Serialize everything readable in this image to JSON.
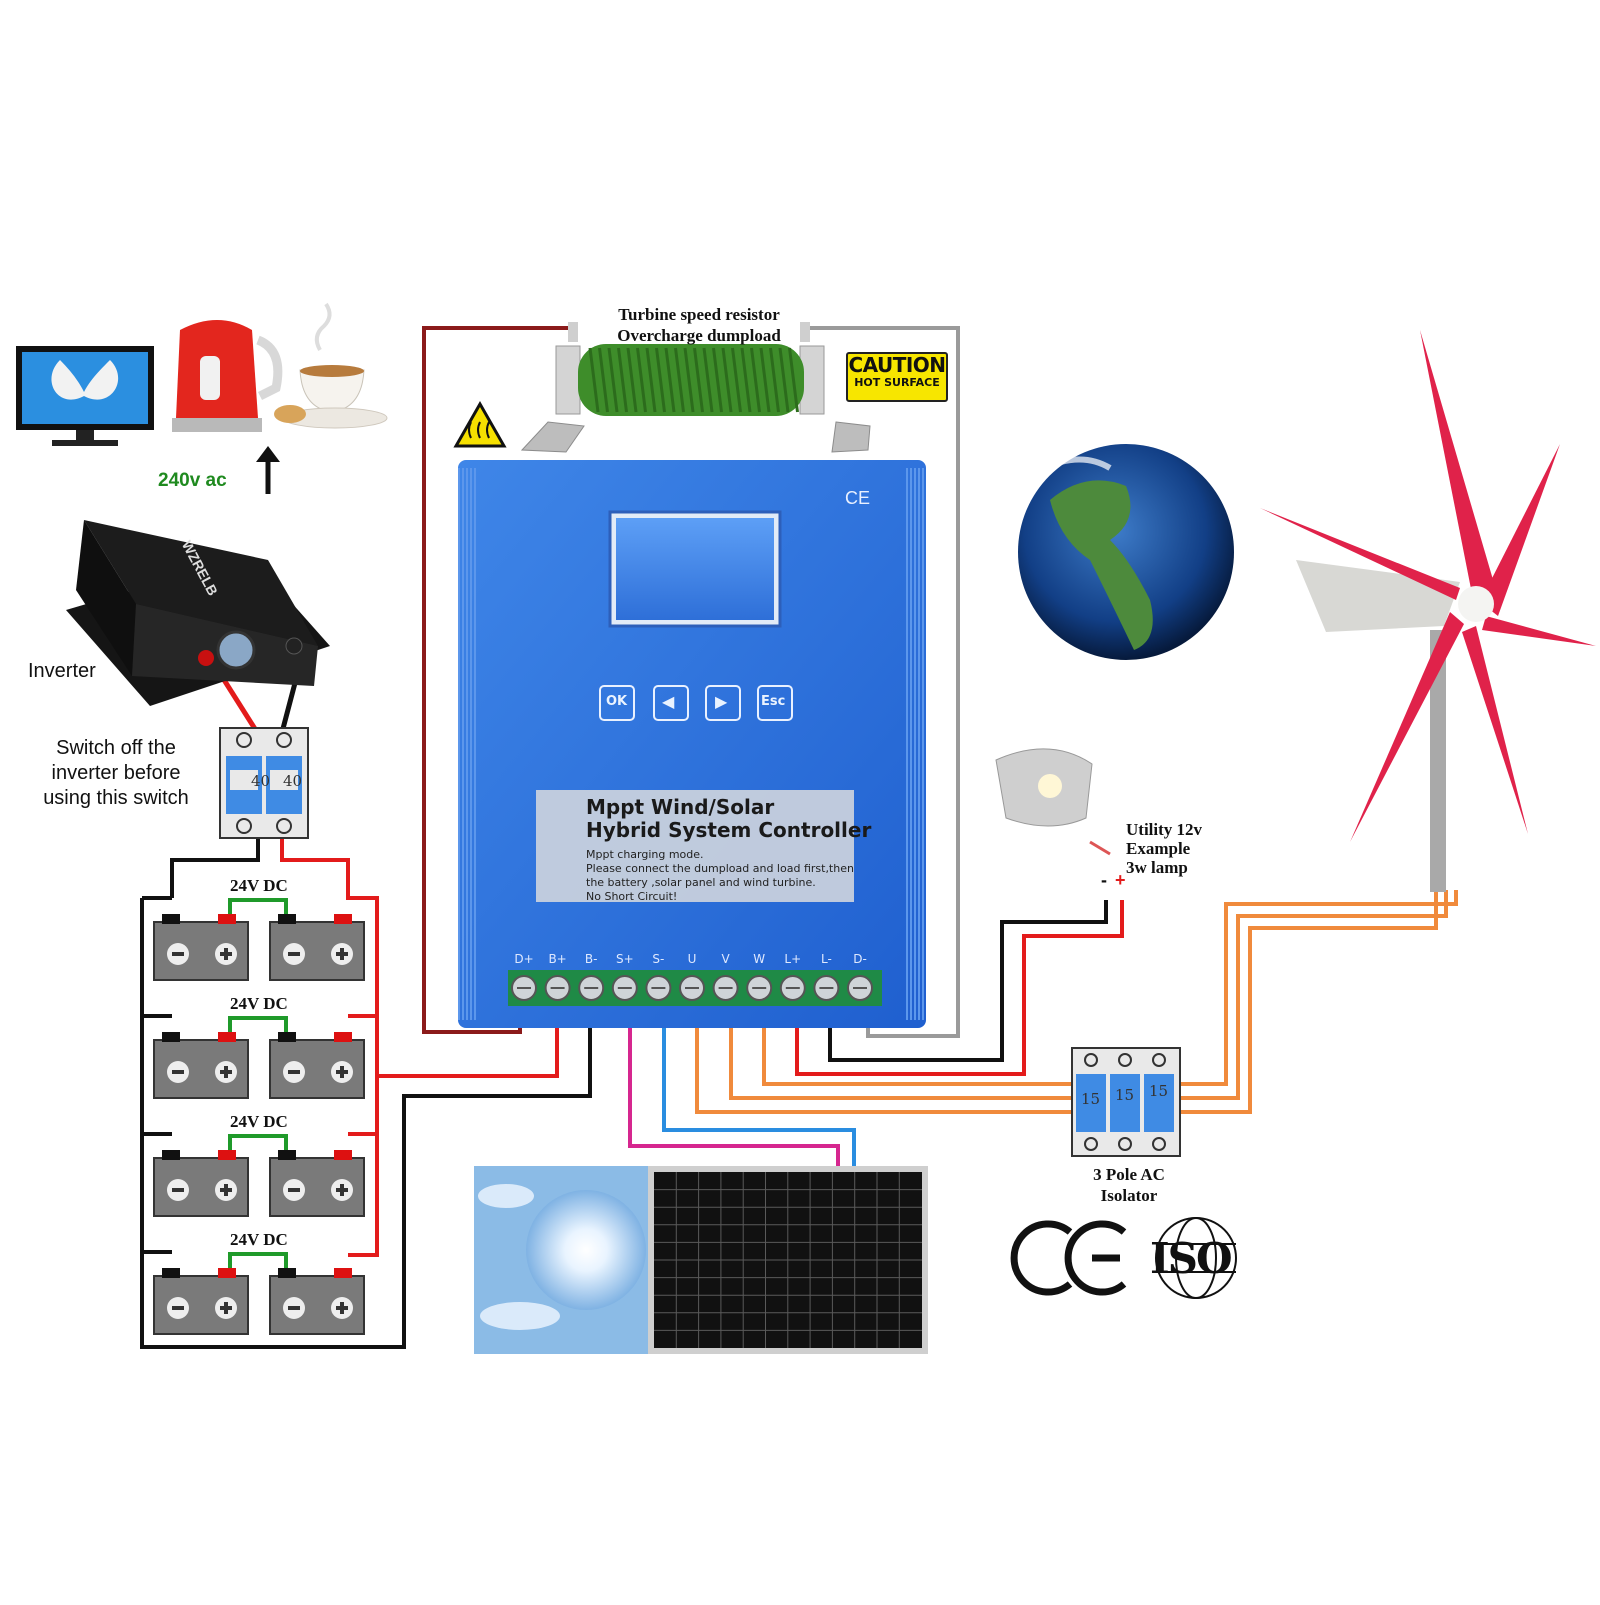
{
  "resistor": {
    "line1": "Turbine speed resistor",
    "line2": "Overcharge dumpload"
  },
  "caution": {
    "title": "CAUTION",
    "subtitle": "HOT SURFACE"
  },
  "ac_output": "240v ac",
  "inverter_label": "Inverter",
  "inverter_brand": "WZRELB",
  "switch_note": [
    "Switch off the",
    "inverter before",
    "using this switch"
  ],
  "breaker_2pole": [
    "40",
    "40"
  ],
  "battery_bank_labels": [
    "24V DC",
    "24V DC",
    "24V DC",
    "24V DC"
  ],
  "controller": {
    "mark": "CE",
    "buttons": [
      "OK",
      "◀",
      "▶",
      "Esc"
    ],
    "title_line1": "Mppt Wind/Solar",
    "title_line2": "Hybrid System Controller",
    "notes": [
      "Mppt charging mode.",
      "Please connect the dumpload and load first,then",
      "the battery ,solar panel and wind turbine.",
      "No Short Circuit!"
    ],
    "terminals": [
      "D+",
      "B+",
      "B-",
      "S+",
      "S-",
      "U",
      "V",
      "W",
      "L+",
      "L-",
      "D-"
    ]
  },
  "lamp": {
    "line1": "Utility 12v",
    "line2": "Example",
    "line3": "3w lamp",
    "minus": "-",
    "plus": "+"
  },
  "ac_isolator": {
    "poles": [
      "15",
      "15",
      "15"
    ],
    "line1": "3 Pole AC",
    "line2": "Isolator"
  },
  "certifications": [
    "CE",
    "ISO"
  ],
  "wire_colors": {
    "red": "#e31b1b",
    "black": "#111111",
    "darkred": "#8b1a1a",
    "grey": "#9a9a9a",
    "orange": "#f08a3c",
    "magenta": "#d6268f",
    "blue": "#2a8de0",
    "green": "#1f9a2a"
  }
}
